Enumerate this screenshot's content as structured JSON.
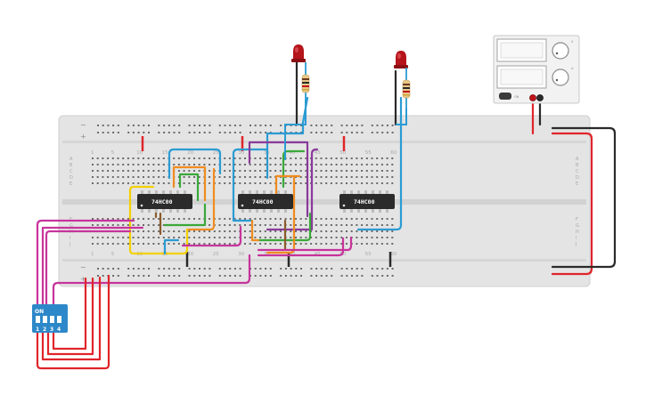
{
  "breadboard": {
    "top_column_labels": [
      "1",
      "5",
      "10",
      "15",
      "20",
      "25",
      "30",
      "35",
      "40",
      "45",
      "50",
      "55",
      "60"
    ],
    "bottom_column_labels": [
      "1",
      "5",
      "10",
      "15",
      "20",
      "25",
      "30",
      "35",
      "40",
      "45",
      "50",
      "55",
      "60"
    ],
    "row_labels_upper": [
      "A",
      "B",
      "C",
      "D",
      "E"
    ],
    "row_labels_lower": [
      "F",
      "G",
      "H",
      "I",
      "J"
    ],
    "rail_minus": "−",
    "rail_plus": "+"
  },
  "chips": [
    {
      "label": "74HC00"
    },
    {
      "label": "74HC00"
    },
    {
      "label": "74HC00"
    }
  ],
  "dip_switch": {
    "on_label": "ON",
    "position_labels": [
      "1",
      "2",
      "3",
      "4"
    ]
  },
  "power_supply": {
    "small_labels": [
      "ON",
      "OFF",
      "V",
      "A"
    ]
  },
  "colors": {
    "board": "#e6e6e6",
    "chip": "#2b2b2b",
    "wire_red": "#e0252b",
    "wire_black": "#2a2a2a",
    "wire_blue": "#2b9bd3",
    "wire_orange": "#f08c1e",
    "wire_green": "#3aa83a",
    "wire_purple": "#8a3a9a",
    "wire_magenta": "#c7339c",
    "wire_yellow": "#f3d000",
    "wire_brown": "#8b5a2b",
    "dip_blue": "#2d88c9",
    "led_red": "#c0141b"
  }
}
